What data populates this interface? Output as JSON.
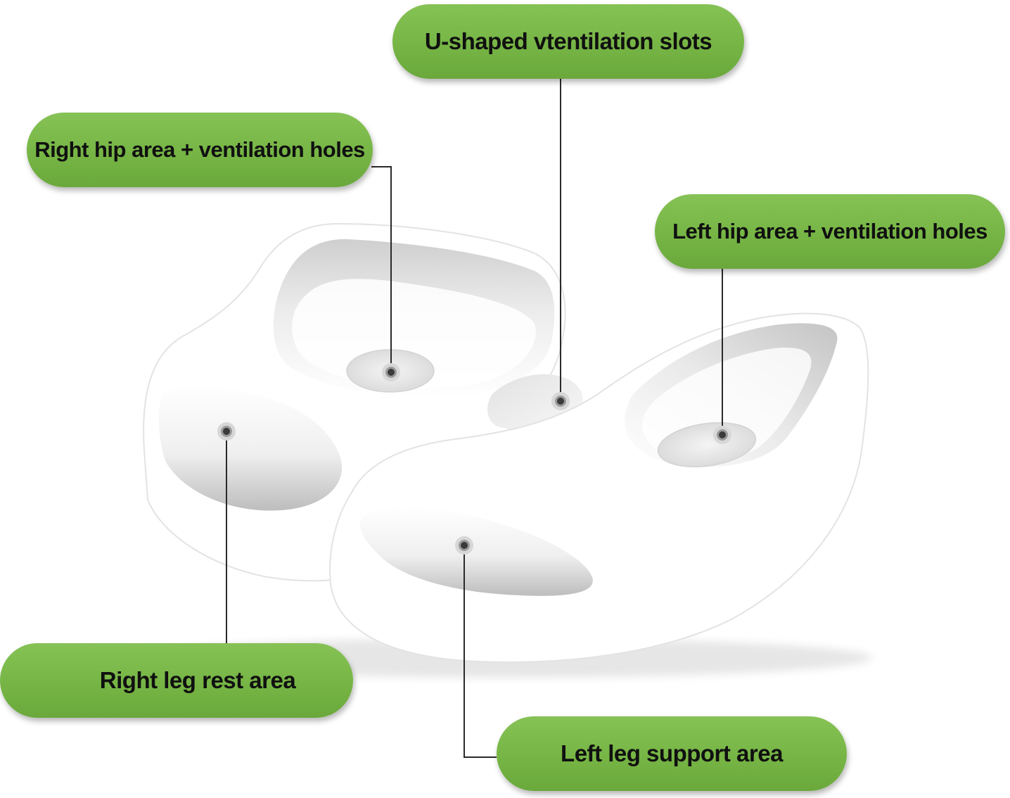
{
  "labels": {
    "u_slots": "U-shaped vtentilation slots",
    "right_hip": "Right hip area + ventilation holes",
    "left_hip": "Left hip area + ventilation holes",
    "right_leg": "Right leg rest area",
    "left_leg": "Left leg support area"
  },
  "colors": {
    "pill_green": "#78b648",
    "leader_line": "#2a2a2a",
    "cushion_white": "#ffffff",
    "cushion_shadow": "#d6d6d6"
  }
}
